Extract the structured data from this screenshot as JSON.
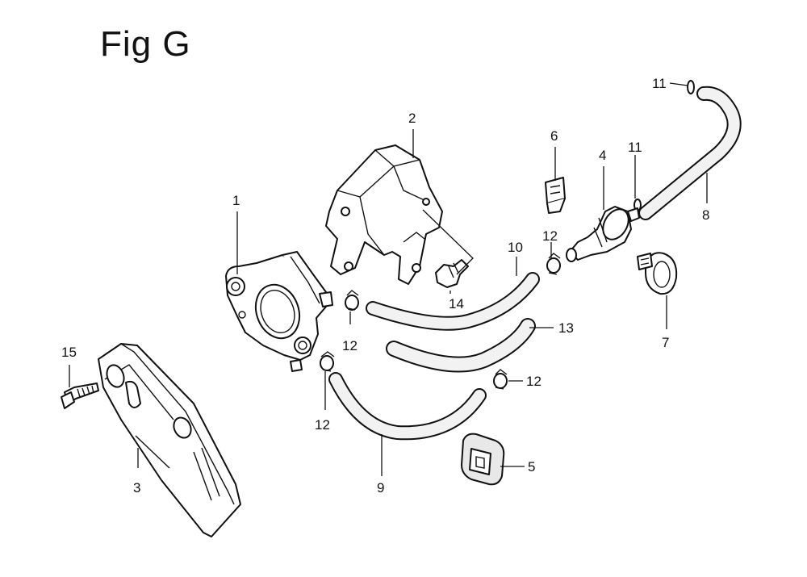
{
  "title": "Fig G",
  "callouts": [
    {
      "id": "1",
      "text": "1"
    },
    {
      "id": "2",
      "text": "2"
    },
    {
      "id": "3",
      "text": "3"
    },
    {
      "id": "4",
      "text": "4"
    },
    {
      "id": "5",
      "text": "5"
    },
    {
      "id": "6",
      "text": "6"
    },
    {
      "id": "7",
      "text": "7"
    },
    {
      "id": "8",
      "text": "8"
    },
    {
      "id": "9",
      "text": "9"
    },
    {
      "id": "10",
      "text": "10"
    },
    {
      "id": "11a",
      "text": "11"
    },
    {
      "id": "11b",
      "text": "11"
    },
    {
      "id": "12a",
      "text": "12"
    },
    {
      "id": "12b",
      "text": "12"
    },
    {
      "id": "12c",
      "text": "12"
    },
    {
      "id": "12d",
      "text": "12"
    },
    {
      "id": "13",
      "text": "13"
    },
    {
      "id": "14",
      "text": "14"
    },
    {
      "id": "15",
      "text": "15"
    }
  ]
}
